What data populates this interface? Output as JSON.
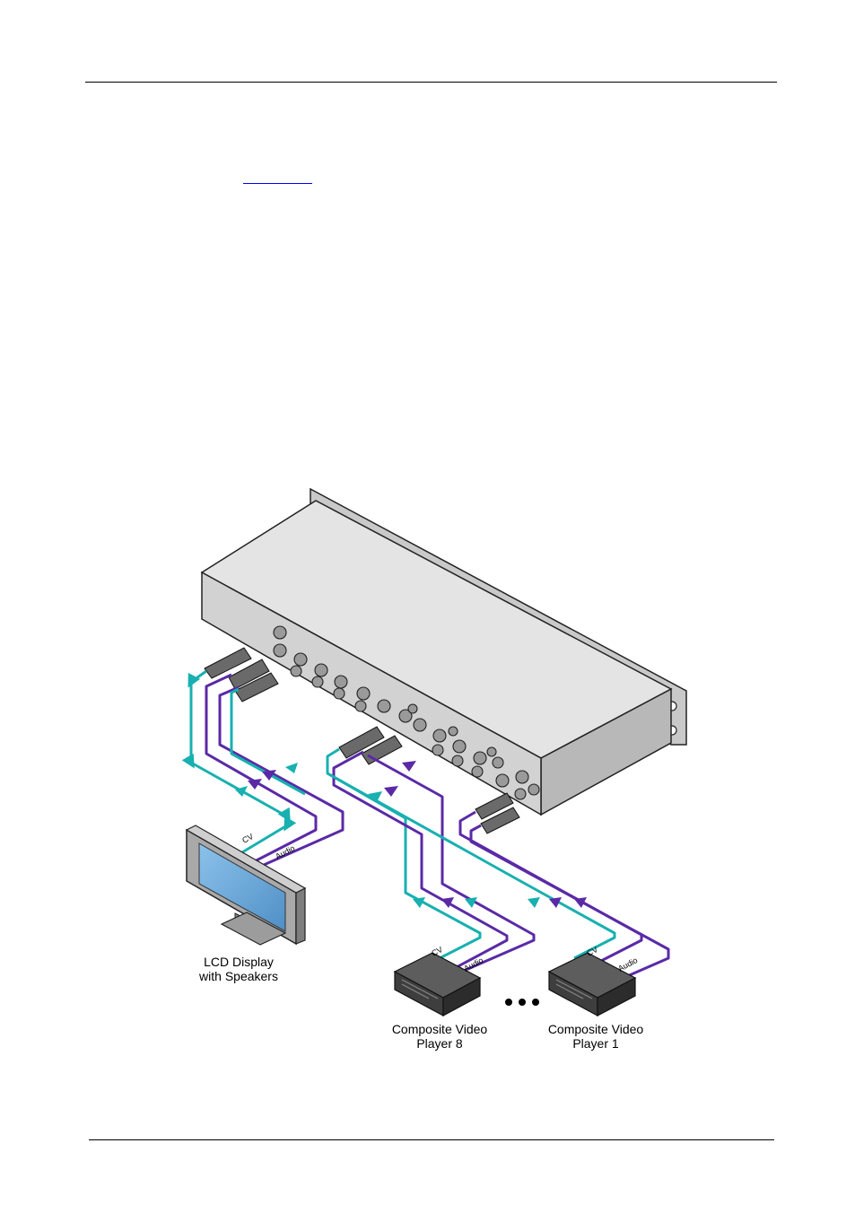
{
  "diagram": {
    "devices": {
      "display": {
        "line1": "LCD Display",
        "line2": "with Speakers"
      },
      "player8": {
        "line1": "Composite Video",
        "line2": "Player 8"
      },
      "player1": {
        "line1": "Composite Video",
        "line2": "Player 1"
      }
    },
    "cable_labels": {
      "cv": "CV",
      "audio": "Audio"
    },
    "colors": {
      "video_cable": "#18b0b0",
      "audio_cable": "#5a2aa6",
      "screen": "#6aa8d8"
    }
  }
}
